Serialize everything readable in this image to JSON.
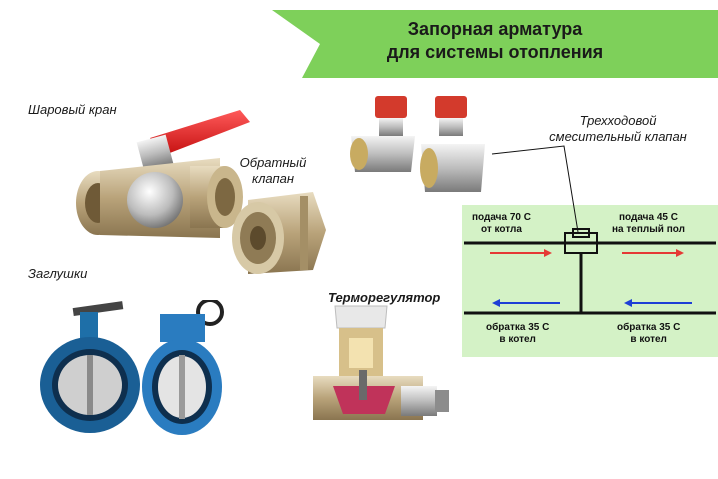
{
  "banner": {
    "line1": "Запорная арматура",
    "line2": "для системы отопления",
    "color": "#7ed05a"
  },
  "labels": {
    "ball_valve": "Шаровый кран",
    "check_valve_1": "Обратный",
    "check_valve_2": "клапан",
    "plugs": "Заглушки",
    "thermoregulator": "Терморегулятор",
    "three_way_1": "Трехходовой",
    "three_way_2": "смесительный клапан"
  },
  "diagram": {
    "supply_in_1": "подача 70 С",
    "supply_in_2": "от котла",
    "supply_out_1": "подача 45 С",
    "supply_out_2": "на теплый пол",
    "return_in_1": "обратка 35 С",
    "return_in_2": "в котел",
    "return_out_1": "обратка 35 С",
    "return_out_2": "в котел",
    "colors": {
      "hot": "#e53935",
      "cold": "#1e3fd6",
      "pipe": "#111111",
      "bg": "#d4f2c6"
    }
  }
}
